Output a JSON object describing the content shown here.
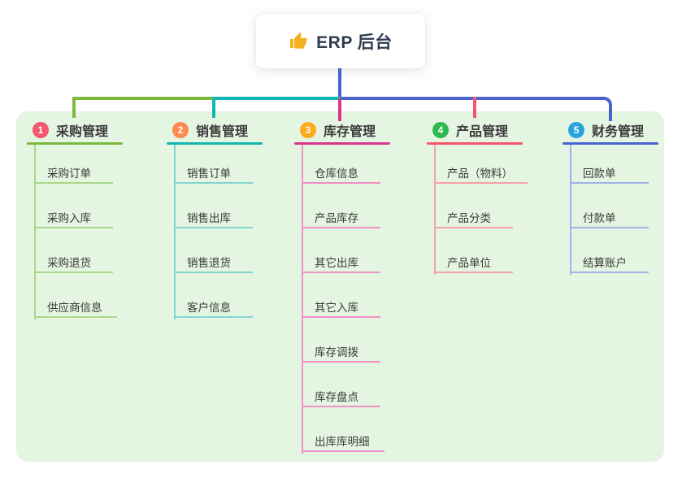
{
  "root": {
    "title": "ERP 后台",
    "icon": "thumbs-up-icon",
    "icon_color": "#f2b11e"
  },
  "colors": {
    "page_bg": "#ffffff",
    "panel_bg": "#e4f5e1",
    "root_stem": "#4a63d0",
    "text": "#3a3a3a"
  },
  "branches": [
    {
      "number": "1",
      "title": "采购管理",
      "badge_color": "#f4566b",
      "color": "#7cb93f",
      "light_color": "#a9d88a",
      "children": [
        "采购订单",
        "采购入库",
        "采购退货",
        "供应商信息"
      ]
    },
    {
      "number": "2",
      "title": "销售管理",
      "badge_color": "#fd8b50",
      "color": "#12b7b1",
      "light_color": "#83d6d0",
      "children": [
        "销售订单",
        "销售出库",
        "销售退货",
        "客户信息"
      ]
    },
    {
      "number": "3",
      "title": "库存管理",
      "badge_color": "#fbab1c",
      "color": "#d8368f",
      "light_color": "#f090c4",
      "children": [
        "仓库信息",
        "产品库存",
        "其它出库",
        "其它入库",
        "库存调拨",
        "库存盘点",
        "出库库明细"
      ]
    },
    {
      "number": "4",
      "title": "产品管理",
      "badge_color": "#2eb84e",
      "color": "#f4566b",
      "light_color": "#f7a2a8",
      "children": [
        "产品（物料）",
        "产品分类",
        "产品单位"
      ]
    },
    {
      "number": "5",
      "title": "财务管理",
      "badge_color": "#29a3e0",
      "color": "#4a63d0",
      "light_color": "#9fb3e8",
      "children": [
        "回款单",
        "付款单",
        "结算账户"
      ]
    }
  ]
}
